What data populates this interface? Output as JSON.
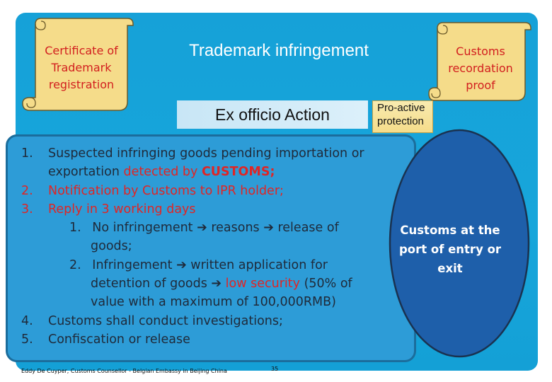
{
  "slide": {
    "title": "Trademark infringement",
    "scroll_left": {
      "line1": "Certificate of",
      "line2": "Trademark",
      "line3": "registration"
    },
    "scroll_right": {
      "line1": "Customs",
      "line2": "recordation",
      "line3": "proof"
    },
    "ex_officio": "Ex officio Action",
    "pro_active": {
      "line1": "Pro-active",
      "line2": "protection"
    },
    "list": {
      "n1": "1.",
      "n1_text": "Suspected infringing goods pending importation or",
      "n1_cont_a": "exportation ",
      "n1_cont_red": "detected by ",
      "n1_cont_bold": "CUSTOMS;",
      "n2": "2.",
      "n2_text": "Notification by Customs to IPR holder;",
      "n3": "3.",
      "n3_text": "Reply in 3 working days",
      "s1": "1.",
      "s1_a": "No infringement ",
      "s1_b": " reasons ",
      "s1_c": " release of",
      "s1_cont": "goods;",
      "s2": "2.",
      "s2_a": "Infringement ",
      "s2_b": " written application for",
      "s2_cont_a": "detention of goods ",
      "s2_cont_red": "low security",
      "s2_cont_b": " (50% of",
      "s2_cont2": "value with a maximum of 100,000RMB)",
      "n4": "4.",
      "n4_text": "Customs shall conduct investigations;",
      "n5": "5.",
      "n5_text": "Confiscation or release",
      "arrow": "➔"
    },
    "oval": {
      "line1": "Customs at the",
      "line2": "port of entry or",
      "line3": "exit"
    },
    "footer": "Eddy De Cuyper, Customs Counsellor - Belgian Embassy in Beijing China",
    "page_number": "35",
    "colors": {
      "background_blue": "#17a6db",
      "main_box": "#2d9cd7",
      "oval": "#1e5faa",
      "scroll": "#f5dc8a",
      "accent_red": "#e02525"
    }
  }
}
